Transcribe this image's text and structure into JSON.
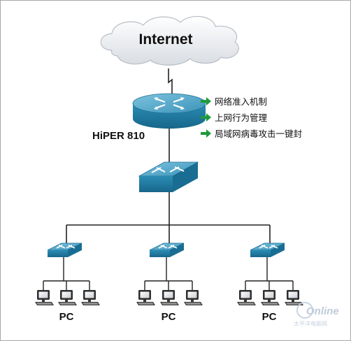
{
  "cloud": {
    "label": "Internet"
  },
  "router": {
    "label": "HiPER 810"
  },
  "features": [
    {
      "text": "网络准入机制",
      "icon": "green-arrow-icon"
    },
    {
      "text": "上网行为管理",
      "icon": "green-arrow-icon"
    },
    {
      "text": "局域网病毒攻击一键封",
      "icon": "green-arrow-icon"
    }
  ],
  "groups": [
    {
      "label": "PC"
    },
    {
      "label": "PC"
    },
    {
      "label": "PC"
    }
  ],
  "watermark": {
    "text": "Online",
    "sub": "太平洋电脑网"
  },
  "colors": {
    "device_top": "#4aa3c6",
    "device_side": "#1f7ea6",
    "arrow_green": "#1f9a3a",
    "line": "#222222"
  }
}
